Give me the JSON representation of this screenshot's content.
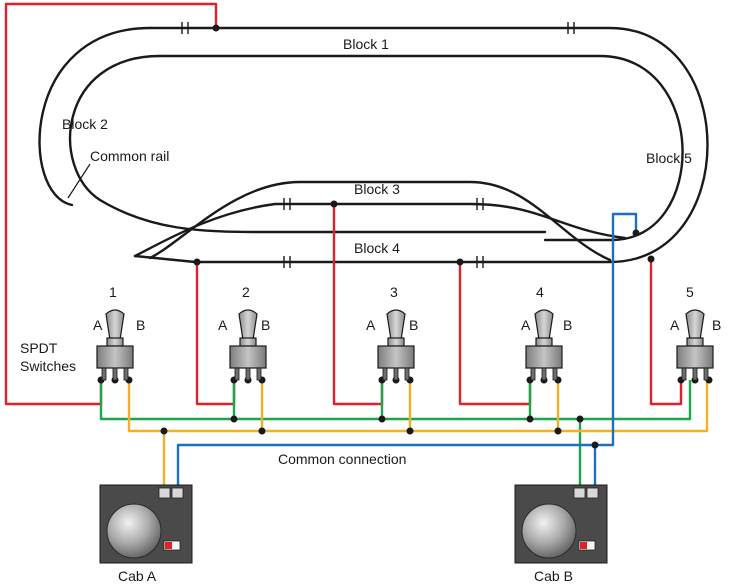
{
  "blocks": {
    "block1": "Block 1",
    "block2": "Block 2",
    "block3": "Block 3",
    "block4": "Block 4",
    "block5": "Block 5"
  },
  "common_rail": "Common rail",
  "spdt_line1": "SPDT",
  "spdt_line2": "Switches",
  "common_connection": "Common connection",
  "switches": [
    {
      "number": "1",
      "a": "A",
      "b": "B"
    },
    {
      "number": "2",
      "a": "A",
      "b": "B"
    },
    {
      "number": "3",
      "a": "A",
      "b": "B"
    },
    {
      "number": "4",
      "a": "A",
      "b": "B"
    },
    {
      "number": "5",
      "a": "A",
      "b": "B"
    }
  ],
  "cabs": {
    "cab_a": "Cab A",
    "cab_b": "Cab B"
  },
  "colors": {
    "track": "#1a1a1a",
    "red_wire": "#e0202a",
    "green_wire": "#1aa64a",
    "yellow_wire": "#f2b124",
    "blue_wire": "#1f6fbf",
    "switch_body": "#9a9a9a",
    "cab_body": "#4a4a4a"
  }
}
